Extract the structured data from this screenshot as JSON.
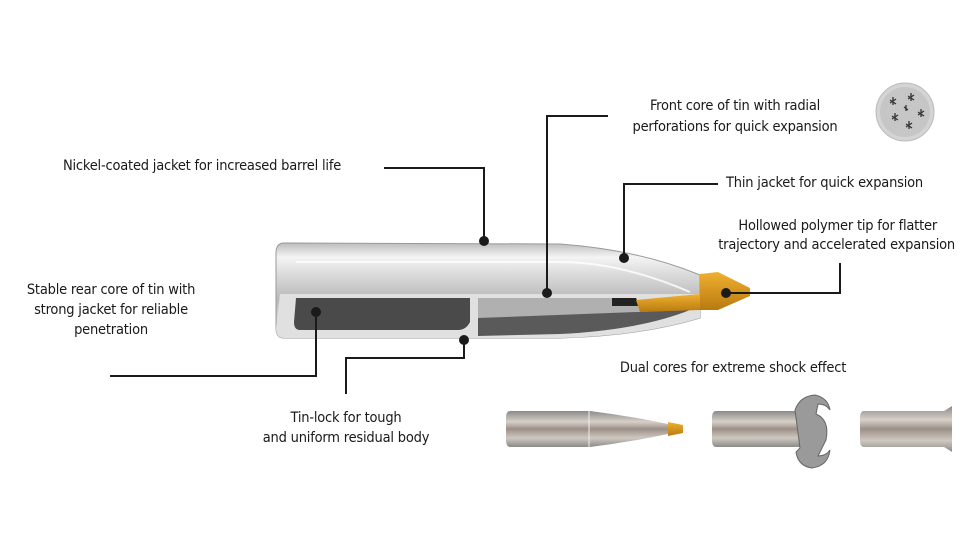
{
  "labels": {
    "nickel_jacket": "Nickel-coated jacket for increased barrel life",
    "front_core_1": "Front core of tin with radial",
    "front_core_2": "perforations for quick expansion",
    "thin_jacket": "Thin jacket for quick expansion",
    "polymer_tip_1": "Hollowed polymer tip for flatter",
    "polymer_tip_2": "trajectory and accelerated expansion",
    "rear_core_1": "Stable rear core of tin with",
    "rear_core_2": "strong jacket for reliable",
    "rear_core_3": "penetration",
    "tin_lock_1": "Tin-lock for tough",
    "tin_lock_2": "and uniform residual body",
    "dual_cores": "Dual cores for extreme shock effect"
  },
  "colors": {
    "tip": "#e0a020",
    "leader": "#1a1a1a",
    "core": "#4a4a4a"
  }
}
